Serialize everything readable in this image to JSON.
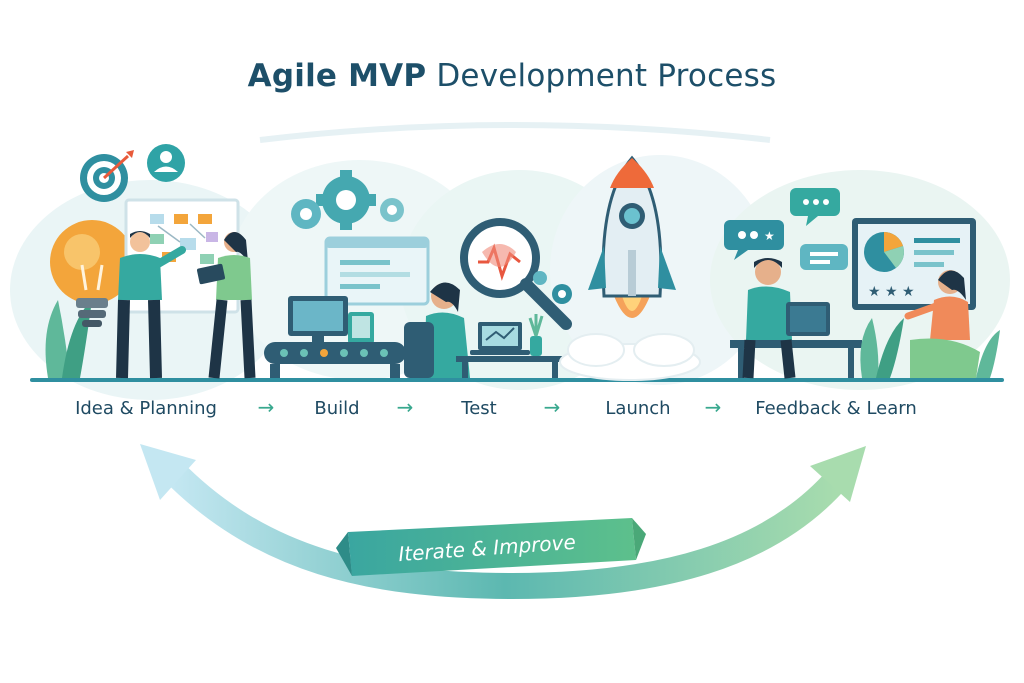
{
  "title": {
    "bold": "Agile MVP",
    "regular": "Development Process"
  },
  "steps": [
    {
      "label": "Idea & Planning"
    },
    {
      "label": "Build"
    },
    {
      "label": "Test"
    },
    {
      "label": "Launch"
    },
    {
      "label": "Feedback & Learn"
    }
  ],
  "step_arrow": "→",
  "loop": {
    "label": "Iterate & Improve"
  },
  "colors": {
    "title": "#1d4f69",
    "step_text": "#1f4a62",
    "arrow": "#38a88e",
    "loop_start": "#b7e1ee",
    "loop_end": "#9fd6a8",
    "banner": "#4cb496",
    "accent_orange": "#f0893a",
    "accent_teal": "#2fa3a6"
  },
  "icons": [
    "target-icon",
    "user-icon",
    "lightbulb-icon",
    "gear-icon",
    "magnifier-icon",
    "rocket-icon",
    "chat-bubble-icon",
    "laptop-icon",
    "star-icon",
    "pie-chart-icon"
  ]
}
